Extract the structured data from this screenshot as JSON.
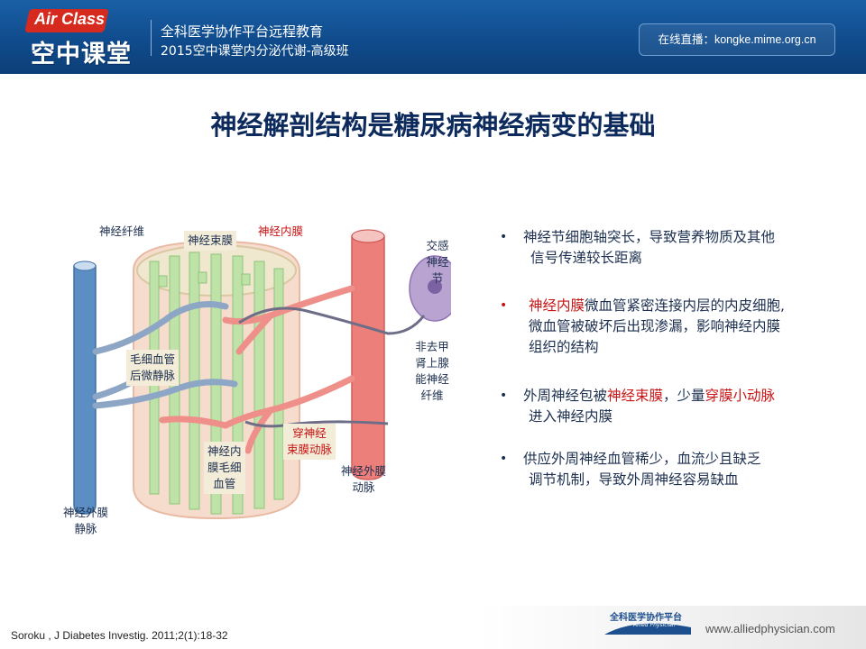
{
  "header": {
    "logo_en": "Air Class",
    "logo_cn": "空中课堂",
    "line1": "全科医学协作平台远程教育",
    "line2": "2015空中课堂内分泌代谢-高级班",
    "live": "在线直播：kongke.mime.org.cn"
  },
  "title": "神经解剖结构是糖尿病神经病变的基础",
  "diagram": {
    "labels": {
      "nerve_fiber": "神经纤维",
      "perineurium": "神经束膜",
      "endoneurium": "神经内膜",
      "sympathetic_ganglion": "交感神经节",
      "noradrenergic_1": "非去甲肾上腺",
      "noradrenergic_2": "能神经纤维",
      "capillary_venule_1": "毛细血管",
      "capillary_venule_2": "后微静脉",
      "perforating_artery_1": "穿神经",
      "perforating_artery_2": "束膜动脉",
      "endo_capillary_1": "神经内",
      "endo_capillary_2": "膜毛细",
      "endo_capillary_3": "血管",
      "epi_artery_1": "神经外膜",
      "epi_artery_2": "动脉",
      "epi_vein_1": "神经外膜",
      "epi_vein_2": "静脉"
    }
  },
  "bullets": [
    {
      "dot": "•",
      "parts": [
        "神经节细胞轴突长，导致营养物质及其他",
        "信号传递较长距离"
      ]
    },
    {
      "dot": "•",
      "red1": "神经内膜",
      "rest1": "微血管紧密连接内层的内皮细胞,",
      "line2": "微血管被破坏后出现渗漏，影响神经内膜",
      "line3": "组织的结构"
    },
    {
      "dot": "•",
      "pre": "外周神经包被",
      "red1": "神经束膜",
      "mid": "，少量",
      "red2": "穿膜小动脉",
      "line2": "进入神经内膜"
    },
    {
      "dot": "•",
      "parts": [
        "供应外周神经血管稀少，血流少且缺乏",
        "调节机制，导致外周神经容易缺血"
      ]
    }
  ],
  "footer": {
    "citation": "Soroku , J Diabetes Investig. 2011;2(1):18-32",
    "brand": "全科医学协作平台",
    "brand_sub": "Allied Physician",
    "site": "www.alliedphysician.com"
  }
}
